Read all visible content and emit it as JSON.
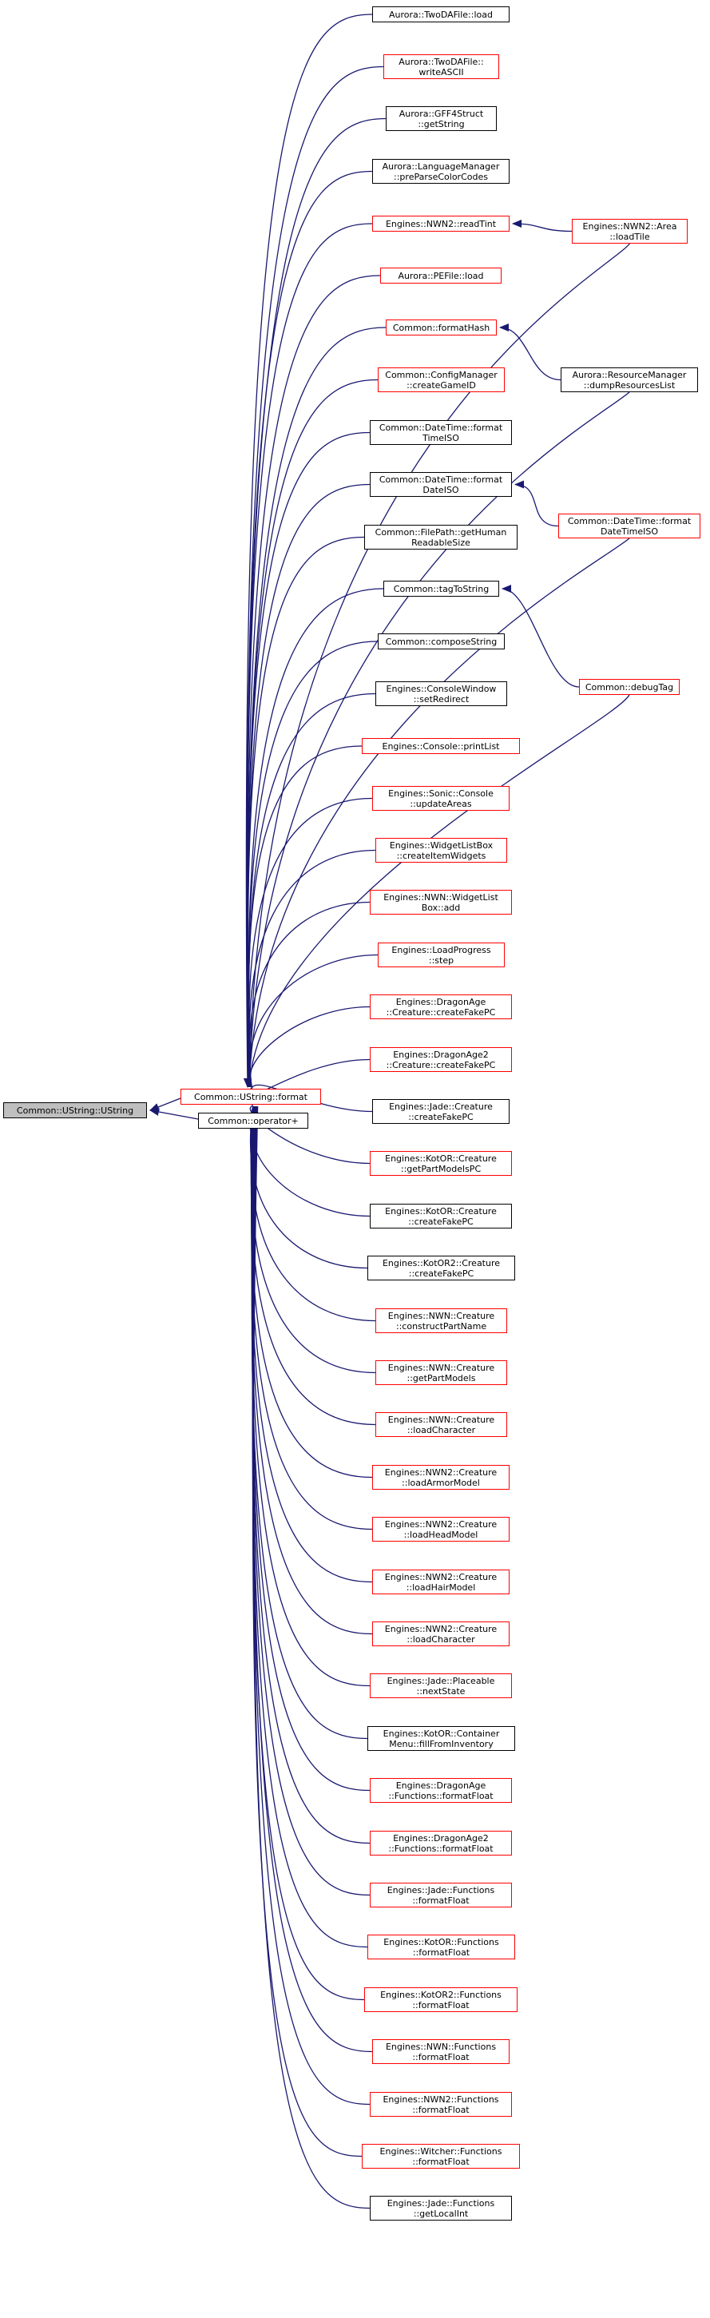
{
  "colors": {
    "edge": "#191970",
    "border_black": "#000000",
    "border_red": "#ff0000",
    "root_fill": "#bfbfbf"
  },
  "root": {
    "label": "Common::UString::UString"
  },
  "format_node": {
    "label": "Common::UString::format"
  },
  "operator_node": {
    "label": "Common::operator+"
  },
  "callers": [
    {
      "label": "Aurora::TwoDAFile::load",
      "border": "black"
    },
    {
      "label": "Aurora::TwoDAFile::\nwriteASCII",
      "border": "red"
    },
    {
      "label": "Aurora::GFF4Struct\n::getString",
      "border": "black"
    },
    {
      "label": "Aurora::LanguageManager\n::preParseColorCodes",
      "border": "black"
    },
    {
      "label": "Engines::NWN2::readTint",
      "border": "red"
    },
    {
      "label": "Aurora::PEFile::load",
      "border": "red"
    },
    {
      "label": "Common::formatHash",
      "border": "red"
    },
    {
      "label": "Common::ConfigManager\n::createGameID",
      "border": "red"
    },
    {
      "label": "Common::DateTime::format\nTimeISO",
      "border": "black"
    },
    {
      "label": "Common::DateTime::format\nDateISO",
      "border": "black"
    },
    {
      "label": "Common::FilePath::getHuman\nReadableSize",
      "border": "black"
    },
    {
      "label": "Common::tagToString",
      "border": "black"
    },
    {
      "label": "Common::composeString",
      "border": "black"
    },
    {
      "label": "Engines::ConsoleWindow\n::setRedirect",
      "border": "black"
    },
    {
      "label": "Engines::Console::printList",
      "border": "red"
    },
    {
      "label": "Engines::Sonic::Console\n::updateAreas",
      "border": "red"
    },
    {
      "label": "Engines::WidgetListBox\n::createItemWidgets",
      "border": "red"
    },
    {
      "label": "Engines::NWN::WidgetList\nBox::add",
      "border": "red"
    },
    {
      "label": "Engines::LoadProgress\n::step",
      "border": "red"
    },
    {
      "label": "Engines::DragonAge\n::Creature::createFakePC",
      "border": "red"
    },
    {
      "label": "Engines::DragonAge2\n::Creature::createFakePC",
      "border": "red"
    },
    {
      "label": "Engines::Jade::Creature\n::createFakePC",
      "border": "black"
    },
    {
      "label": "Engines::KotOR::Creature\n::getPartModelsPC",
      "border": "red"
    },
    {
      "label": "Engines::KotOR::Creature\n::createFakePC",
      "border": "black"
    },
    {
      "label": "Engines::KotOR2::Creature\n::createFakePC",
      "border": "black"
    },
    {
      "label": "Engines::NWN::Creature\n::constructPartName",
      "border": "red"
    },
    {
      "label": "Engines::NWN::Creature\n::getPartModels",
      "border": "red"
    },
    {
      "label": "Engines::NWN::Creature\n::loadCharacter",
      "border": "red"
    },
    {
      "label": "Engines::NWN2::Creature\n::loadArmorModel",
      "border": "red"
    },
    {
      "label": "Engines::NWN2::Creature\n::loadHeadModel",
      "border": "red"
    },
    {
      "label": "Engines::NWN2::Creature\n::loadHairModel",
      "border": "red"
    },
    {
      "label": "Engines::NWN2::Creature\n::loadCharacter",
      "border": "red"
    },
    {
      "label": "Engines::Jade::Placeable\n::nextState",
      "border": "red"
    },
    {
      "label": "Engines::KotOR::Container\nMenu::fillFromInventory",
      "border": "black"
    },
    {
      "label": "Engines::DragonAge\n::Functions::formatFloat",
      "border": "red"
    },
    {
      "label": "Engines::DragonAge2\n::Functions::formatFloat",
      "border": "red"
    },
    {
      "label": "Engines::Jade::Functions\n::formatFloat",
      "border": "red"
    },
    {
      "label": "Engines::KotOR::Functions\n::formatFloat",
      "border": "red"
    },
    {
      "label": "Engines::KotOR2::Functions\n::formatFloat",
      "border": "red"
    },
    {
      "label": "Engines::NWN::Functions\n::formatFloat",
      "border": "red"
    },
    {
      "label": "Engines::NWN2::Functions\n::formatFloat",
      "border": "red"
    },
    {
      "label": "Engines::Witcher::Functions\n::formatFloat",
      "border": "red"
    },
    {
      "label": "Engines::Jade::Functions\n::getLocalInt",
      "border": "black"
    }
  ],
  "secondary_callers": [
    {
      "label": "Engines::NWN2::Area\n::loadTile",
      "border": "red",
      "calls": 4
    },
    {
      "label": "Aurora::ResourceManager\n::dumpResourcesList",
      "border": "black",
      "calls": 6
    },
    {
      "label": "Common::DateTime::format\nDateTimeISO",
      "border": "red",
      "calls": 9
    },
    {
      "label": "Common::debugTag",
      "border": "red",
      "calls": 11
    }
  ]
}
